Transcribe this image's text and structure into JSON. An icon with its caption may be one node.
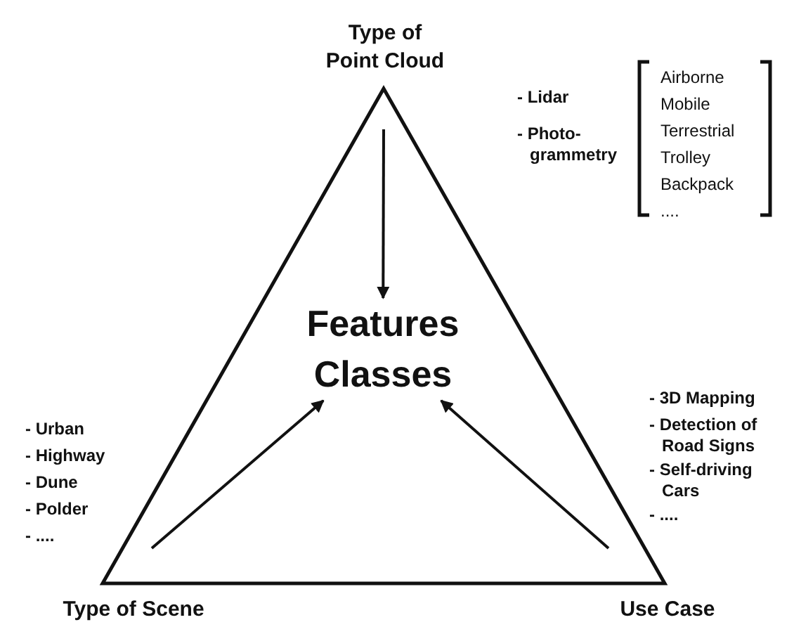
{
  "diagram": {
    "nodes": [
      {
        "text": [],
        "shape": "triangle"
      },
      {
        "text": [
          "Type of Point Cloud"
        ],
        "beside": [
          "- Lidar",
          "- Photo-grammetry"
        ]
      },
      {
        "text": [
          "Features Classes"
        ],
        "in": 0
      },
      {
        "text": [
          "Type of Scene"
        ],
        "beside": [
          "- Urban",
          "- Highway",
          "- Dune",
          "- Polder",
          "- ...."
        ]
      },
      {
        "text": [
          "Use Case"
        ],
        "beside": [
          "- 3D Mapping",
          "- Detection of Road Signs",
          "- Self-driving Cars",
          "- ...."
        ]
      }
    ],
    "edges": [
      {
        "from": null,
        "to": 2,
        "arrow": "to"
      },
      {
        "from": null,
        "to": 2,
        "arrow": "to"
      },
      {
        "from": null,
        "to": 2,
        "arrow": "to"
      }
    ],
    "labels": [
      "Airborne",
      "Mobile",
      "Terrestrial",
      "Trolley",
      "Backpack",
      "...."
    ]
  }
}
